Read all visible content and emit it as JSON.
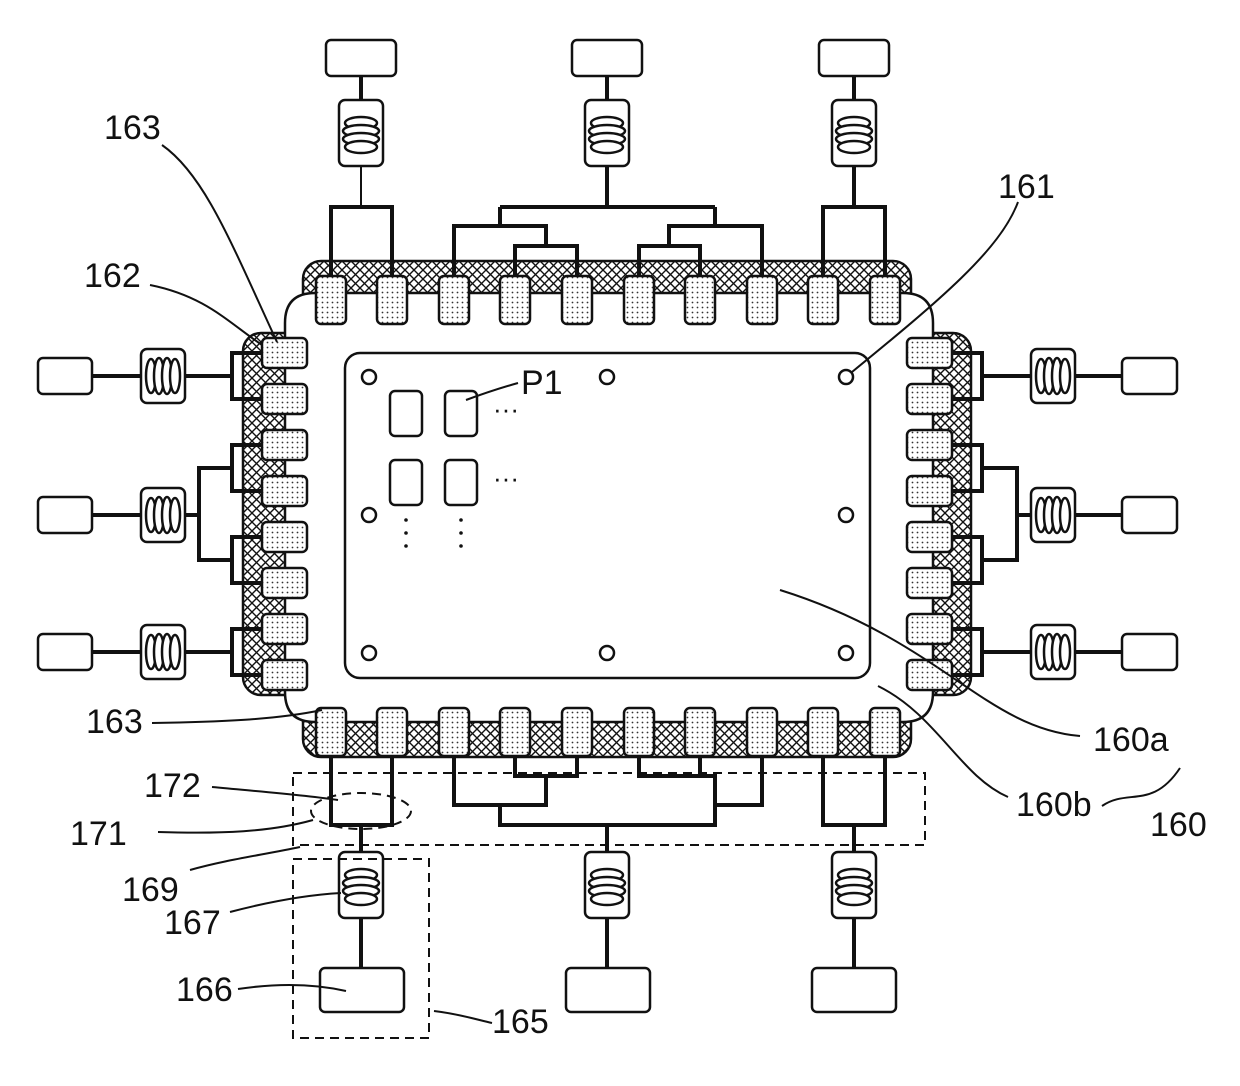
{
  "labels": {
    "l163_top": "163",
    "l162": "162",
    "l161": "161",
    "p1": "P1",
    "l163_bot": "163",
    "l172": "172",
    "l171": "171",
    "l169": "169",
    "l167": "167",
    "l166": "166",
    "l165": "165",
    "l160a": "160a",
    "l160b": "160b",
    "l160": "160"
  },
  "ellipsis": {
    "h1": "···",
    "h2": "···"
  }
}
